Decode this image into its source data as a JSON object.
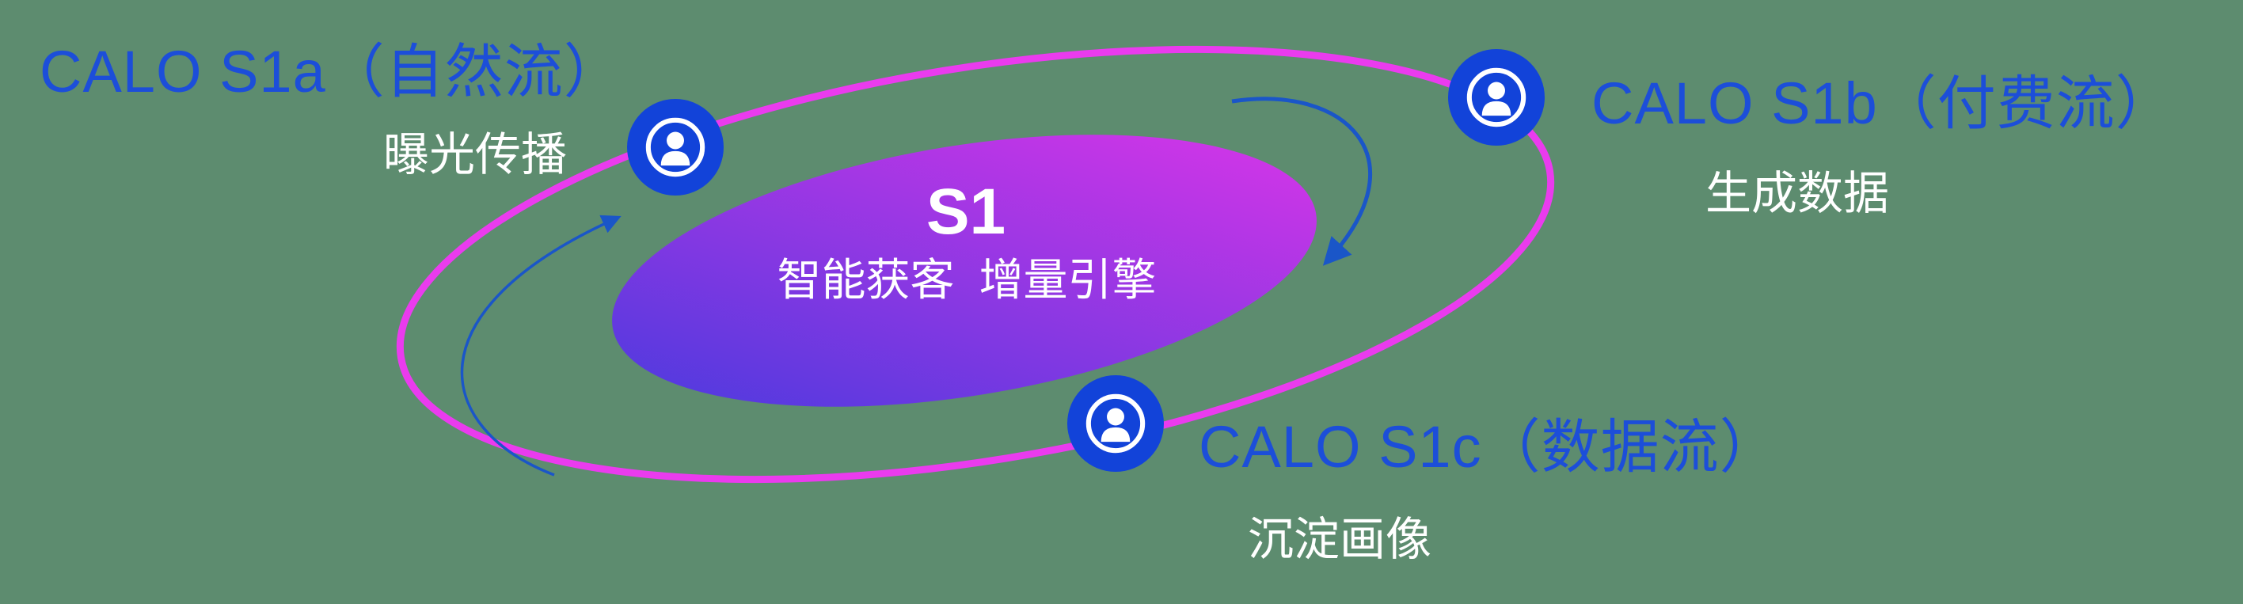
{
  "colors": {
    "background_green": "#5d8c6f",
    "label_blue": "#1c4ed9",
    "orbit_pink": "#ea3bee",
    "icon_blue": "#1243d9",
    "arrow_blue": "#1a56c8",
    "gradient_start": "#4b3ade",
    "gradient_end": "#d835e8",
    "text_white": "#ffffff"
  },
  "icons": {
    "node_icon": "user-icon"
  },
  "core": {
    "title": "S1",
    "subtitle": "智能获客  增量引擎"
  },
  "nodes": {
    "s1a": {
      "label": "CALO S1a（自然流）",
      "sublabel": "曝光传播"
    },
    "s1b": {
      "label": "CALO S1b（付费流）",
      "sublabel": "生成数据"
    },
    "s1c": {
      "label": "CALO S1c（数据流）",
      "sublabel": "沉淀画像"
    }
  }
}
